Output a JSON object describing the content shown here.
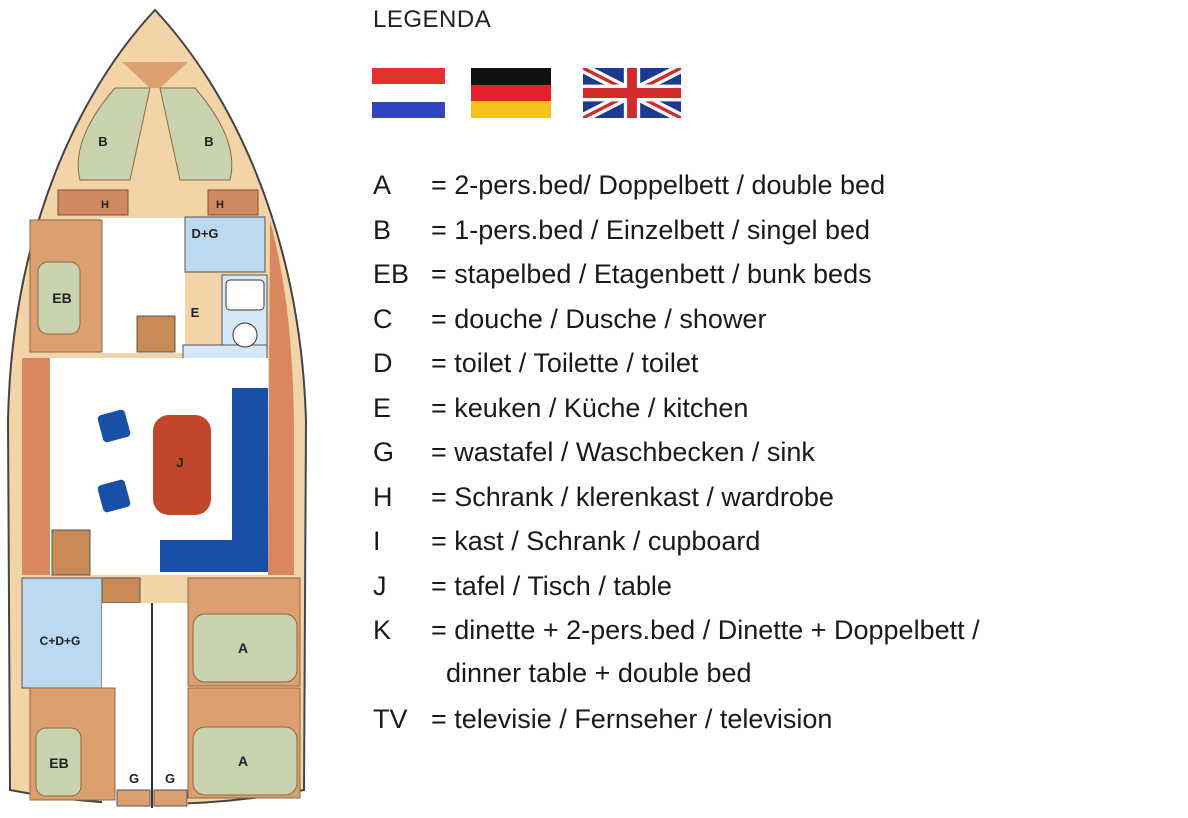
{
  "plan": {
    "labels": {
      "b_left": "B",
      "b_right": "B",
      "h_left": "H",
      "h_right": "H",
      "dg": "D+G",
      "eb_front": "EB",
      "e": "E",
      "j": "J",
      "cdg": "C+D+G",
      "a_front": "A",
      "a_aft": "A",
      "eb_aft": "EB",
      "g_left": "G",
      "g_right": "G"
    }
  },
  "legend": {
    "title": "LEGENDA",
    "flags": [
      "netherlands-flag",
      "germany-flag",
      "united-kingdom-flag"
    ],
    "entries": [
      {
        "key": "A",
        "text": "= 2-pers.bed/ Doppelbett / double bed"
      },
      {
        "key": "B",
        "text": "= 1-pers.bed / Einzelbett / singel bed"
      },
      {
        "key": "EB",
        "text": "= stapelbed / Etagenbett / bunk beds"
      },
      {
        "key": "C",
        "text": "= douche / Dusche / shower"
      },
      {
        "key": "D",
        "text": "= toilet / Toilette / toilet"
      },
      {
        "key": "E",
        "text": "= keuken / Küche / kitchen"
      },
      {
        "key": "G",
        "text": "= wastafel / Waschbecken / sink"
      },
      {
        "key": "H",
        "text": "= Schrank / klerenkast / wardrobe"
      },
      {
        "key": "I",
        "text": "= kast / Schrank / cupboard"
      },
      {
        "key": "J",
        "text": "= tafel / Tisch / table"
      },
      {
        "key": "K",
        "text": "= dinette + 2-pers.bed / Dinette + Doppelbett /"
      },
      {
        "key": "",
        "text": "  dinner table + double bed"
      },
      {
        "key": "TV",
        "text": "= televisie / Fernseher / television"
      }
    ]
  },
  "colors": {
    "hull": "#d9875f",
    "deck": "#f3d3a8",
    "bed": "#c9d3b0",
    "wet": "#bcd9f0",
    "seat": "#1a4fa8",
    "table": "#c0462a"
  }
}
